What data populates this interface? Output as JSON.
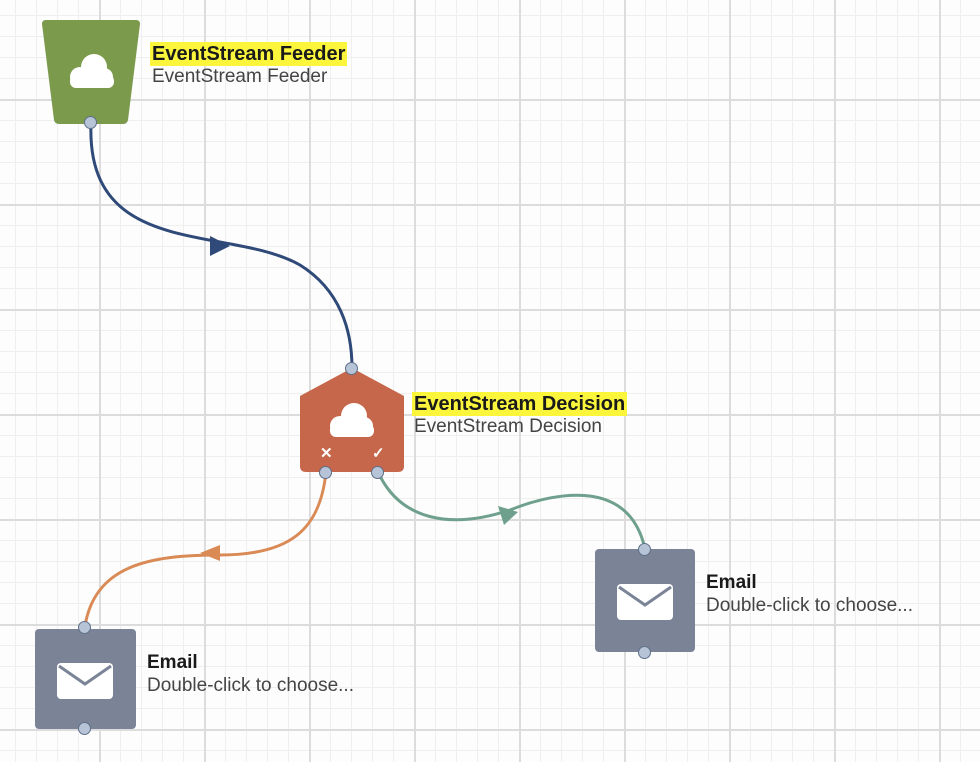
{
  "nodes": {
    "feeder": {
      "title": "EventStream Feeder",
      "subtitle": "EventStream Feeder",
      "icon": "cloud-icon",
      "color": "#7b9a4c",
      "title_highlight": "#fbf53c"
    },
    "decision": {
      "title": "EventStream Decision",
      "subtitle": "EventStream Decision",
      "icon": "cloud-icon",
      "color": "#c6664a",
      "title_highlight": "#fbf53c",
      "false_mark": "✕",
      "true_mark": "✓"
    },
    "email_left": {
      "title": "Email",
      "subtitle": "Double-click to choose...",
      "icon": "envelope-icon",
      "color": "#7b8497"
    },
    "email_right": {
      "title": "Email",
      "subtitle": "Double-click to choose...",
      "icon": "envelope-icon",
      "color": "#7b8497"
    }
  },
  "connectors": [
    {
      "from": "feeder",
      "to": "decision",
      "color": "#2f4a78"
    },
    {
      "from": "decision.false",
      "to": "email_left",
      "color": "#d98a55"
    },
    {
      "from": "decision.true",
      "to": "email_right",
      "color": "#6fa08d"
    }
  ]
}
